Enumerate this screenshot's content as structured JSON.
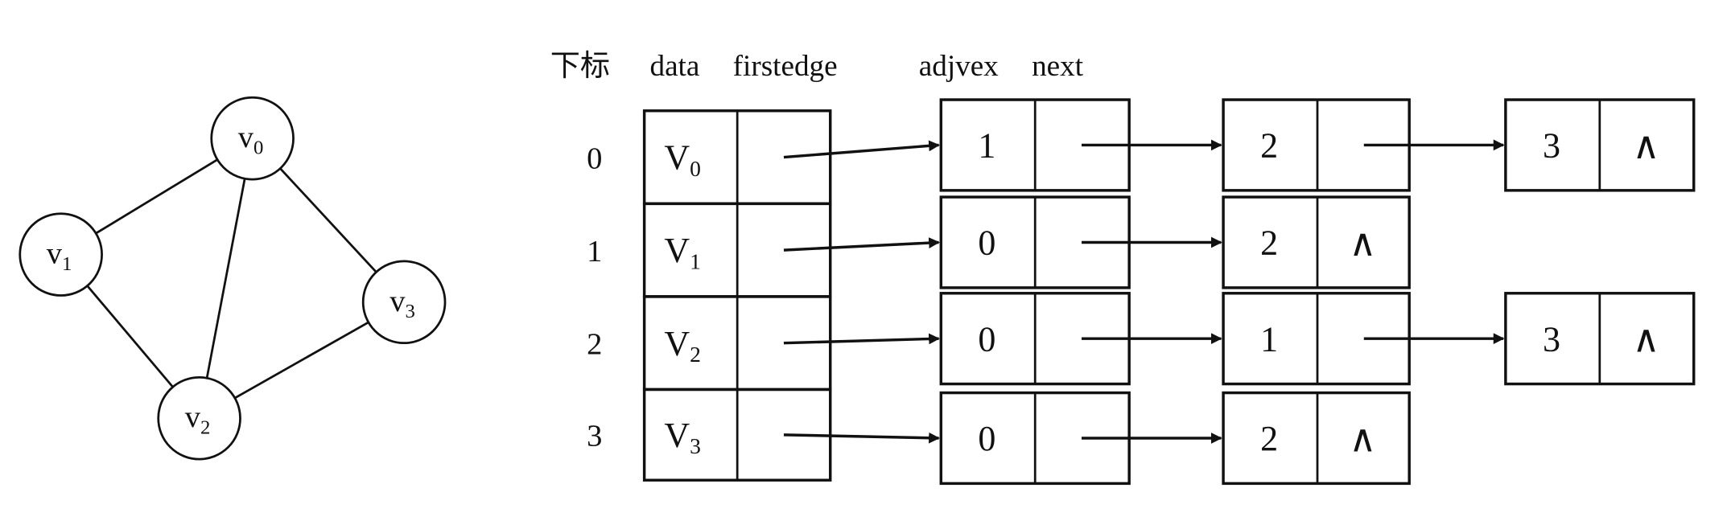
{
  "header": {
    "index_label": "下标",
    "data_label": "data",
    "firstedge_label": "firstedge",
    "adjvex_label": "adjvex",
    "next_label": "next"
  },
  "graph": {
    "nodes": [
      {
        "id": "v0",
        "base": "v",
        "sub": "0"
      },
      {
        "id": "v1",
        "base": "v",
        "sub": "1"
      },
      {
        "id": "v2",
        "base": "v",
        "sub": "2"
      },
      {
        "id": "v3",
        "base": "v",
        "sub": "3"
      }
    ],
    "edges": [
      [
        "v0",
        "v1"
      ],
      [
        "v0",
        "v2"
      ],
      [
        "v0",
        "v3"
      ],
      [
        "v1",
        "v2"
      ],
      [
        "v2",
        "v3"
      ]
    ]
  },
  "null_symbol": "∧",
  "rows": [
    {
      "index": "0",
      "vertex_base": "V",
      "vertex_sub": "0",
      "edges": [
        "1",
        "2",
        "3"
      ]
    },
    {
      "index": "1",
      "vertex_base": "V",
      "vertex_sub": "1",
      "edges": [
        "0",
        "2"
      ]
    },
    {
      "index": "2",
      "vertex_base": "V",
      "vertex_sub": "2",
      "edges": [
        "0",
        "1",
        "3"
      ]
    },
    {
      "index": "3",
      "vertex_base": "V",
      "vertex_sub": "3",
      "edges": [
        "0",
        "2"
      ]
    }
  ],
  "colors": {
    "ink": "#111111",
    "background": "#ffffff"
  }
}
